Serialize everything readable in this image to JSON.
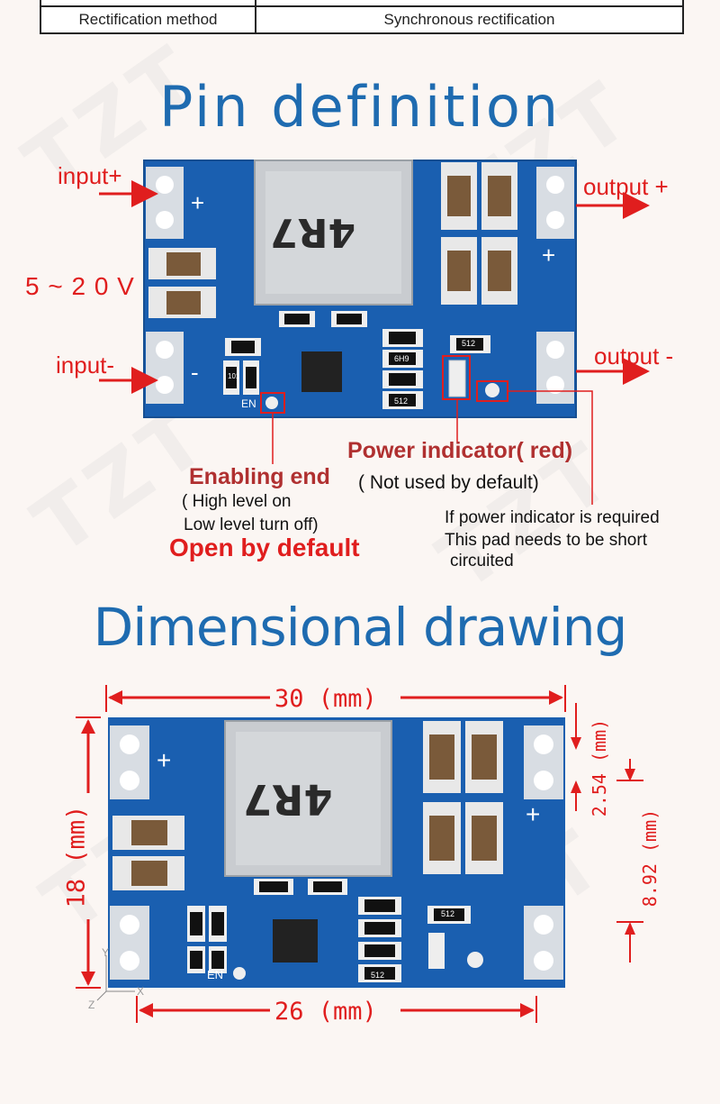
{
  "table": {
    "param": "Rectification method",
    "value": "Synchronous rectification"
  },
  "pin_section": {
    "title": "Pin definition",
    "input_plus": "input+",
    "input_minus": "input-",
    "output_plus": "output +",
    "output_minus": "output -",
    "voltage": "5 ~ 2 0 V",
    "enable_title": "Enabling end",
    "enable_line1": "( High level on",
    "enable_line2": "Low level turn off)",
    "enable_default": "Open by default",
    "power_title": "Power indicator( red)",
    "power_sub": "( Not used by default)",
    "pad_line1": "If power indicator is required",
    "pad_line2": "This pad needs to be short",
    "pad_line3": "circuited",
    "inductor_text": "4R7",
    "silk_en": "EN",
    "silk_plus": "+",
    "silk_minus": "-",
    "res_a": "512",
    "res_b": "6H9",
    "res_c": "101"
  },
  "dim_section": {
    "title": "Dimensional drawing",
    "width_top": "30 (mm)",
    "width_bottom": "26 (mm)",
    "height": "18 (mm)",
    "pitch": "2.54 (mm)",
    "spacing": "8.92 (mm)",
    "axis_y": "Y",
    "axis_x": "X",
    "axis_z": "Z"
  },
  "colors": {
    "title_blue": "#1e6bb0",
    "label_red": "#e01e1e",
    "pcb_blue": "#1a5fb0"
  }
}
